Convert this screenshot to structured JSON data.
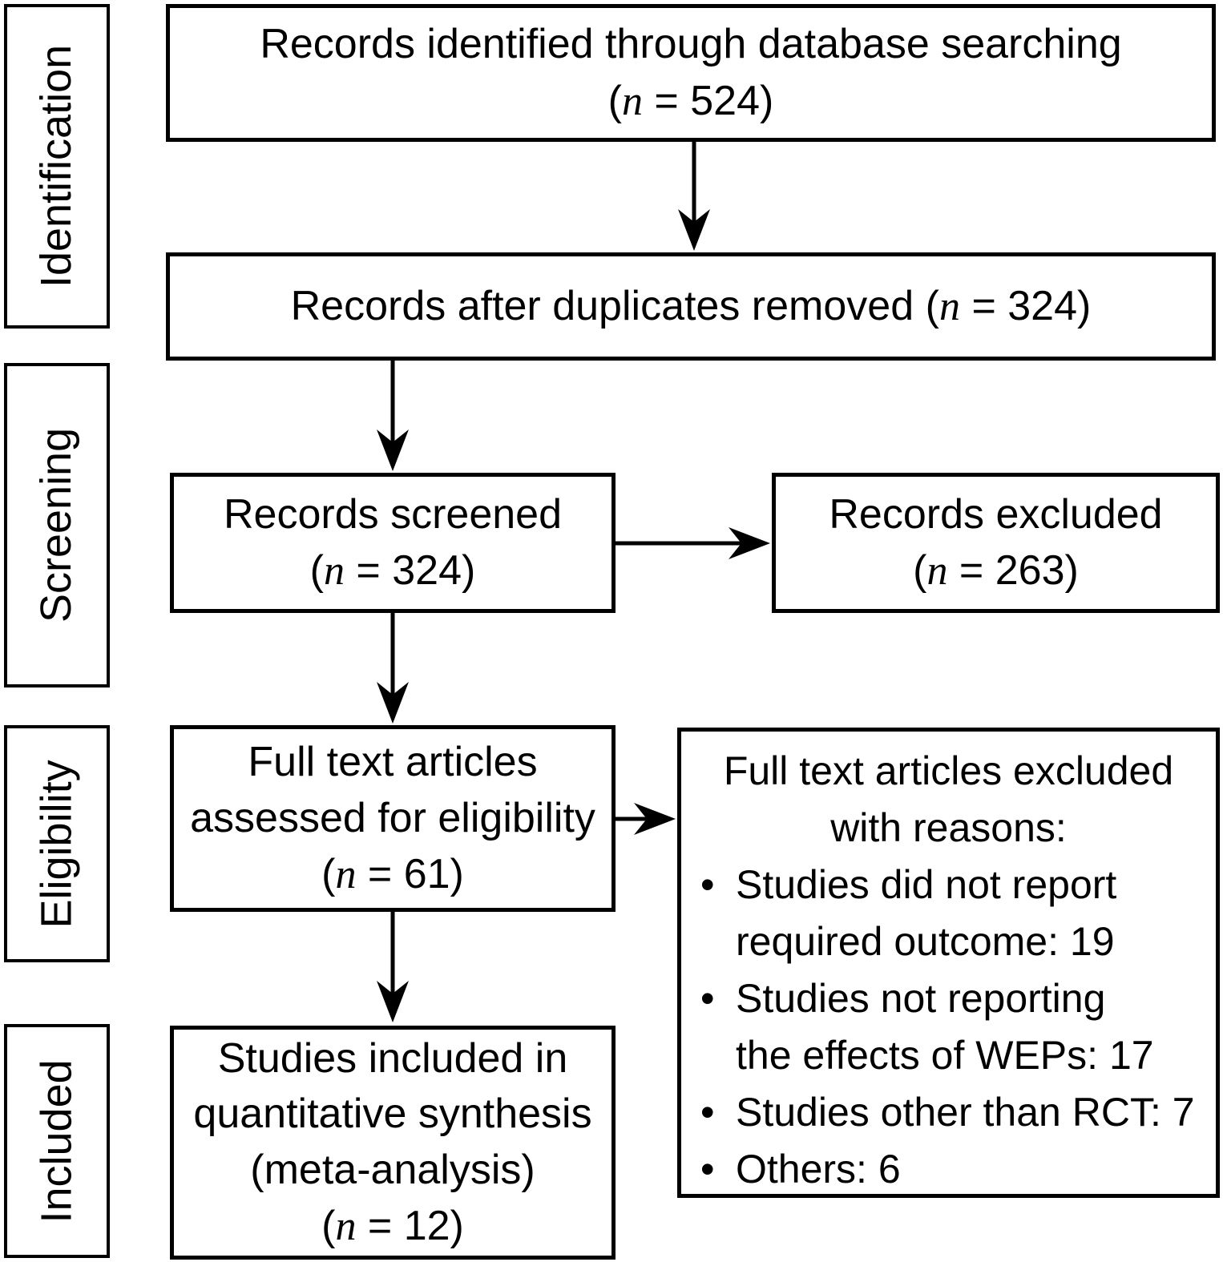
{
  "figure": {
    "kind": "PRISMA flow diagram"
  },
  "colors": {
    "ink": "#000000",
    "background": "#ffffff"
  },
  "notation": {
    "open": "(",
    "n": "n",
    "eq": " = ",
    "close": ")"
  },
  "bullet": "•",
  "sidebar": {
    "stages": [
      {
        "label": "Identification"
      },
      {
        "label": "Screening"
      },
      {
        "label": "Eligibility"
      },
      {
        "label": "Included"
      }
    ]
  },
  "flow": {
    "identified": {
      "text": "Records identified through database searching",
      "n_value": "524"
    },
    "deduplicated": {
      "text": "Records after duplicates removed",
      "n_value": "324"
    },
    "screened": {
      "text": "Records screened",
      "n_value": "324"
    },
    "excluded": {
      "text": "Records excluded",
      "n_value": "263"
    },
    "fulltext": {
      "text": "Full text articles\nassessed for eligibility",
      "n_value": "61"
    },
    "fulltext_excluded": {
      "title": "Full text articles excluded\nwith reasons:",
      "reasons": [
        {
          "text": "Studies did not report\nrequired outcome: 19"
        },
        {
          "text": "Studies not reporting\nthe effects of WEPs: 17"
        },
        {
          "text": "Studies other than RCT: 7"
        },
        {
          "text": "Others: 6"
        }
      ]
    },
    "included": {
      "text": "Studies included in\nquantitative synthesis\n(meta-analysis)",
      "n_value": "12"
    }
  }
}
